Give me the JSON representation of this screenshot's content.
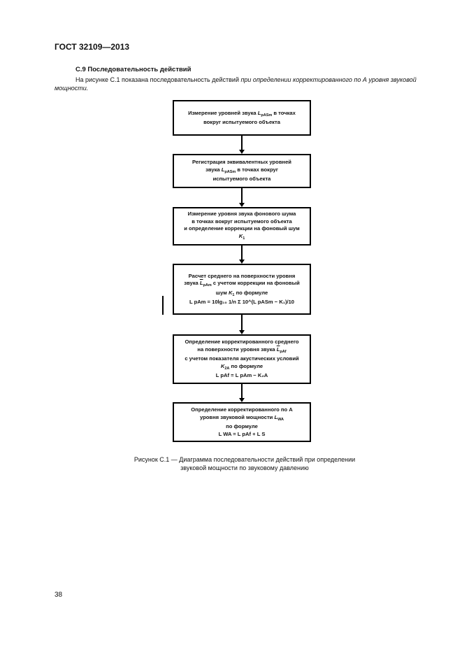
{
  "header": {
    "standard": "ГОСТ 32109—2013"
  },
  "section": {
    "heading": "С.9 Последовательность действий"
  },
  "intro": {
    "prefix": "На рисунке С.1 показана последовательность действий ",
    "italic": "при определении корректированного по А уровня звуковой мощности."
  },
  "flow": {
    "step1": {
      "line1a": "Измерение уровней звука ",
      "sym": "L",
      "sub": "pASm",
      "line1b": " в точках",
      "line2": "вокруг испытуемого объекта"
    },
    "step2": {
      "line1": "Регистрация эквивалентных уровней",
      "line2a": "звука ",
      "sym": "L",
      "sub": "pASm",
      "line2b": " в точках вокруг",
      "line3": "испытуемого объекта"
    },
    "step3": {
      "line1": "Измерение уровня звука фонового шума",
      "line2": "в точках вокруг испытуемого объекта",
      "line3": "и определение коррекции на фоновый шум",
      "sym": "K",
      "sub": "1"
    },
    "step4": {
      "line1": "Расчет среднего на поверхности уровня",
      "line2a": "звука ",
      "sym": "L",
      "sub": "pAm",
      "line2b": " с учетом коррекции на фоновый",
      "line3a": "шум ",
      "k": "K",
      "ksub": "1",
      "line3b": " по формуле",
      "formula": "L pAm = 10lg₁₀ 1/n Σ 10^(L pASm − K₁)/10"
    },
    "step5": {
      "line1": "Определение корректированного среднего",
      "line2a": "на поверхности уровня звука ",
      "sym": "L",
      "sub": "pAf",
      "line3": "с учетом показателя акустических условий",
      "line4a": "K",
      "line4sub": "2A",
      "line4b": " по формуле",
      "formula": "L pAf = L pAm − K₂A"
    },
    "step6": {
      "line1": "Определение корректированного по А",
      "line2a": "уровня звуковой мощности ",
      "sym": "L",
      "sub": "WA",
      "line3": "по формуле",
      "formula": "L WA = L pAf + L S"
    }
  },
  "caption": {
    "line1": "Рисунок С.1 — Диаграмма последовательности действий при определении",
    "line2": "звуковой мощности по звуковому давлению"
  },
  "page_number": "38"
}
